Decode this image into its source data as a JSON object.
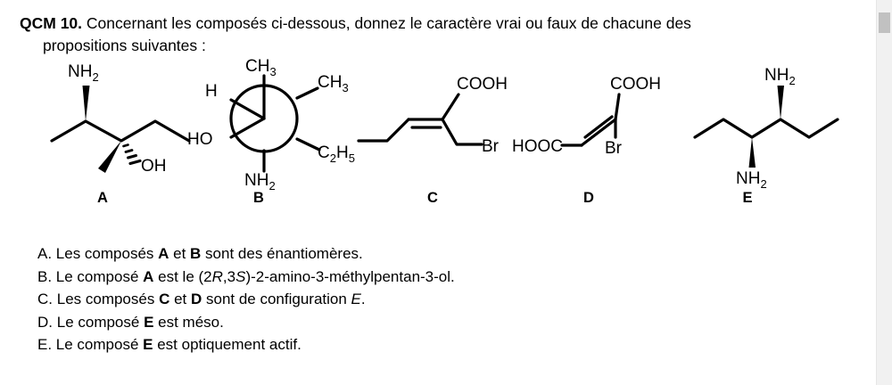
{
  "question": {
    "tag": "QCM 10.",
    "line1": "Concernant les composés ci-dessous, donnez le caractère vrai ou faux de chacune des",
    "line2": "propositions suivantes :"
  },
  "compounds": [
    {
      "id": "A",
      "label": "A",
      "type": "skeletal",
      "description": "chaîne zig-zag avec NH2 en liaison grasse, OH en liaison pointillée et méthyle en liaison grasse",
      "atom_labels": [
        "NH",
        "2",
        "OH"
      ],
      "groups": {
        "amine": "NH",
        "amine_sub": "2",
        "hydroxyl": "OH"
      }
    },
    {
      "id": "B",
      "label": "B",
      "type": "newman",
      "description": "projection de Newman",
      "front": {
        "top": "CH",
        "top_sub": "3",
        "upper_left": "H",
        "lower_left": "HO"
      },
      "back": {
        "upper_right": "CH",
        "upper_right_sub": "3",
        "lower_right": "C",
        "lower_right_sub1": "2",
        "lower_right_mid": "H",
        "lower_right_sub2": "5",
        "bottom": "NH",
        "bottom_sub": "2"
      }
    },
    {
      "id": "C",
      "label": "C",
      "type": "alkene",
      "description": "alcène trisubstitué",
      "groups": {
        "acid": "COOH",
        "halide": "Br"
      }
    },
    {
      "id": "D",
      "label": "D",
      "type": "alkene",
      "description": "alcène disubstitué diacide bromé",
      "groups": {
        "acid_left": "HOOC",
        "acid_right": "COOH",
        "halide": "Br"
      }
    },
    {
      "id": "E",
      "label": "E",
      "type": "skeletal",
      "description": "hexane avec deux NH2 en liaisons grasses",
      "groups": {
        "amine_top": "NH",
        "amine_top_sub": "2",
        "amine_bottom": "NH",
        "amine_bottom_sub": "2"
      }
    }
  ],
  "propositions": [
    {
      "key": "A.",
      "parts": [
        {
          "text": "Les composés ",
          "style": "normal"
        },
        {
          "text": "A",
          "style": "bold"
        },
        {
          "text": " et ",
          "style": "normal"
        },
        {
          "text": "B",
          "style": "bold"
        },
        {
          "text": " sont des énantiomères.",
          "style": "normal"
        }
      ],
      "plain": "A. Les composés A et B sont des énantiomères."
    },
    {
      "key": "B.",
      "parts": [
        {
          "text": "Le composé ",
          "style": "normal"
        },
        {
          "text": "A",
          "style": "bold"
        },
        {
          "text": " est le (2",
          "style": "normal"
        },
        {
          "text": "R",
          "style": "italic"
        },
        {
          "text": ",3",
          "style": "normal"
        },
        {
          "text": "S",
          "style": "italic"
        },
        {
          "text": ")-2-amino-3-méthylpentan-3-ol.",
          "style": "normal"
        }
      ],
      "plain": "B. Le composé A est le (2R,3S)-2-amino-3-méthylpentan-3-ol."
    },
    {
      "key": "C.",
      "parts": [
        {
          "text": "Les composés ",
          "style": "normal"
        },
        {
          "text": "C",
          "style": "bold"
        },
        {
          "text": " et ",
          "style": "normal"
        },
        {
          "text": "D",
          "style": "bold"
        },
        {
          "text": " sont de configuration ",
          "style": "normal"
        },
        {
          "text": "E",
          "style": "italic"
        },
        {
          "text": ".",
          "style": "normal"
        }
      ],
      "plain": "C. Les composés C et D sont de configuration E."
    },
    {
      "key": "D.",
      "parts": [
        {
          "text": "Le composé ",
          "style": "normal"
        },
        {
          "text": "E",
          "style": "bold"
        },
        {
          "text": " est méso.",
          "style": "normal"
        }
      ],
      "plain": "D. Le composé E est méso."
    },
    {
      "key": "E.",
      "parts": [
        {
          "text": "Le composé ",
          "style": "normal"
        },
        {
          "text": "E",
          "style": "bold"
        },
        {
          "text": " est optiquement actif.",
          "style": "normal"
        }
      ],
      "plain": "E. Le composé E est optiquement actif."
    }
  ],
  "scrollbar": {
    "orientation": "vertical",
    "thumb_position": "top"
  },
  "colors": {
    "text": "#000000",
    "background": "#ffffff",
    "scroll_track": "#f1f1f1",
    "scroll_thumb": "#c1c1c1"
  }
}
